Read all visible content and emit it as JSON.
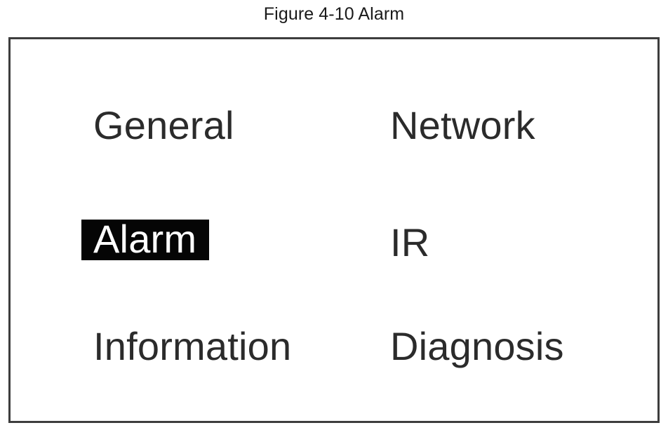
{
  "figure": {
    "caption": "Figure 4-10 Alarm"
  },
  "colors": {
    "frame_border": "#3d3d3d",
    "screen_background": "#ffffff",
    "text": "#2b2b2b",
    "selected_background": "#050505",
    "selected_text": "#ffffff",
    "caption_text": "#1a1a1a"
  },
  "screen": {
    "menu": {
      "columns": [
        {
          "name": "left-column",
          "items": [
            {
              "label": "General",
              "selected": false
            },
            {
              "label": "Alarm",
              "selected": true
            },
            {
              "label": "Information",
              "selected": false
            }
          ]
        },
        {
          "name": "right-column",
          "items": [
            {
              "label": "Network",
              "selected": false
            },
            {
              "label": "IR",
              "selected": false
            },
            {
              "label": "Diagnosis",
              "selected": false
            }
          ]
        }
      ],
      "selected_item": "Alarm"
    }
  }
}
